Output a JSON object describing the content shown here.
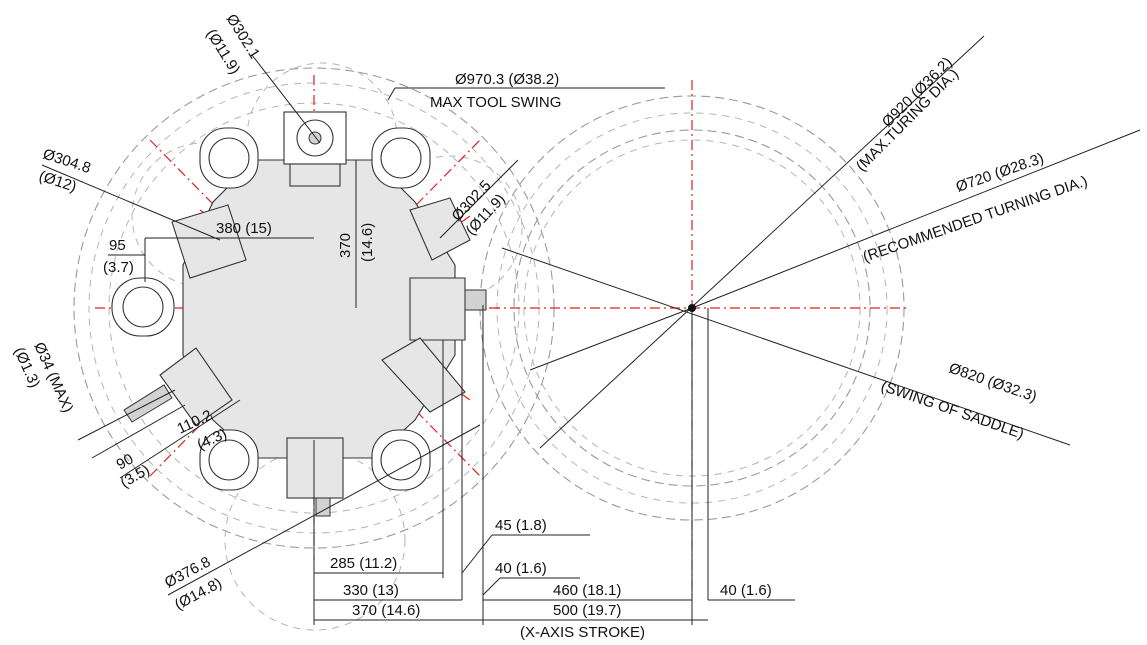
{
  "labels": {
    "d302_1": "Ø302.1",
    "d302_1_in": "(Ø11.9)",
    "d970": "Ø970.3 (Ø38.2)",
    "max_tool_swing": "MAX TOOL SWING",
    "d920": "Ø920 (Ø36.2)",
    "max_turning": "(MAX.TURING DIA.)",
    "d720": "Ø720 (Ø28.3)",
    "recommended_turning": "(RECOMMENDED TURNING DIA.)",
    "d304_8": "Ø304.8",
    "d304_8_in": "(Ø12)",
    "d302_5": "Ø302.5",
    "d302_5_in": "(Ø11.9)",
    "l380": "380 (15)",
    "l370v": "370",
    "l370v_in": "(14.6)",
    "l95": "95",
    "l95_in": "(3.7)",
    "d34": "Ø34 (MAX)",
    "d34_in": "(Ø1.3)",
    "l110_2": "110.2",
    "l110_2_in": "(4.3)",
    "l90": "90",
    "l90_in": "(3.5)",
    "d820": "Ø820 (Ø32.3)",
    "swing_saddle": "(SWING OF SADDLE)",
    "d376_8": "Ø376.8",
    "d376_8_in": "(Ø14.8)",
    "l45": "45 (1.8)",
    "l285": "285 (11.2)",
    "l40a": "40 (1.6)",
    "l330": "330 (13)",
    "l460": "460 (18.1)",
    "l40b": "40 (1.6)",
    "l370h": "370 (14.6)",
    "l500": "500 (19.7)",
    "x_stroke": "(X-AXIS STROKE)"
  },
  "colors": {
    "centerline": "#e02020",
    "swing_circles": "#9a9a9a",
    "body_fill": "#e6e6e6",
    "outline": "#333333"
  }
}
